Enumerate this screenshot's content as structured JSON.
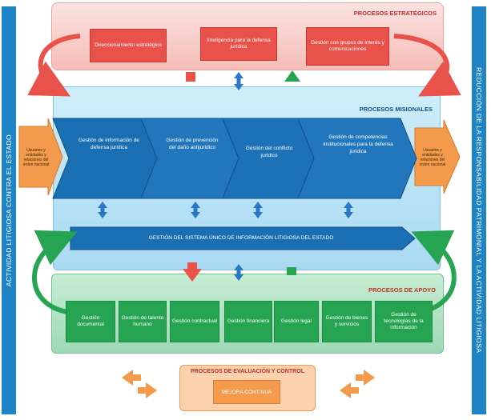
{
  "left_sidebar": {
    "label": "Actividad litigiosa contra el Estado"
  },
  "right_sidebar": {
    "label": "Reducción de la responsabilidad patrimonial y la actividad litigiosa"
  },
  "strategic": {
    "title": "Procesos estratégicos",
    "boxes": [
      {
        "label": "Direccionamiento estratégico"
      },
      {
        "label": "Inteligencia para la defensa jurídica"
      },
      {
        "label": "Gestión con grupos de interés y comunicaciones"
      }
    ]
  },
  "missional": {
    "title": "Procesos misionales",
    "input_label": "Usuarios y entidades y relaciones del orden nacional",
    "output_label": "Usuarios y entidades y relaciones del orden nacional",
    "chevrons": [
      {
        "label": "Gestión de información de defensa jurídica"
      },
      {
        "label": "Gestión de prevención del daño antijurídico"
      },
      {
        "label": "Gestión del conflicto jurídico"
      },
      {
        "label": "Gestión de competencias institucionales para la defensa jurídica"
      }
    ],
    "system_bar": "Gestión del sistema único de información litigiosa del Estado"
  },
  "support": {
    "title": "Procesos de apoyo",
    "boxes": [
      {
        "label": "Gestión documental"
      },
      {
        "label": "Gestión de talento humano"
      },
      {
        "label": "Gestión contractual"
      },
      {
        "label": "Gestión financiera"
      },
      {
        "label": "Gestión legal"
      },
      {
        "label": "Gestión de bienes y servicios"
      },
      {
        "label": "Gestión de tecnologías de la información"
      }
    ]
  },
  "evaluation": {
    "title": "Procesos de evaluación y control",
    "box": "Mejora continua"
  },
  "colors": {
    "sidebar_blue": "#1f84c6",
    "strategic_pink": "#f7c9c4",
    "strategic_red": "#e8524a",
    "missional_blue": "#bde3f6",
    "chevron_blue": "#1a6fb3",
    "support_green": "#27a451",
    "evaluation_orange": "#f7a35c"
  }
}
